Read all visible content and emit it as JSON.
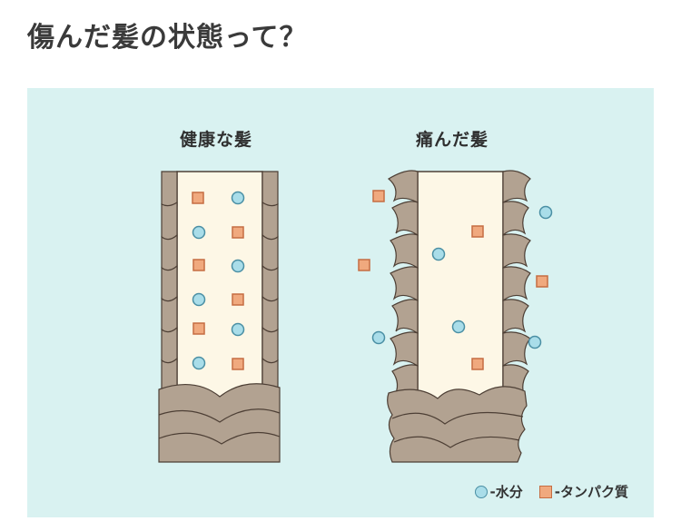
{
  "title": "傷んだ髪の状態って？",
  "panels": {
    "healthy_label": "健康な髪",
    "damaged_label": "痛んだ髪"
  },
  "legend": {
    "water": "-水分",
    "protein": "-タンパク質"
  },
  "colors": {
    "background": "#d9f2f1",
    "cuticle": "#b2a291",
    "cuticle_outline": "#4d3f35",
    "cortex": "#fdf7e6",
    "water": "#a9dde9",
    "water_outline": "#4a8fa4",
    "protein": "#f0a97e",
    "protein_outline": "#c56d42"
  },
  "icons": {
    "water": "circle-icon",
    "protein": "square-icon"
  }
}
